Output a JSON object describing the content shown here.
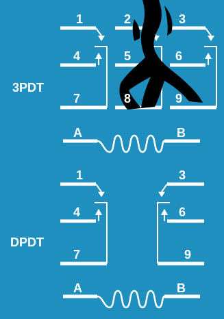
{
  "colors": {
    "background": "#1e8fbf",
    "lines": "#ffffff",
    "figure": "#000000"
  },
  "relays": [
    {
      "name": "3PDT",
      "terminals": [
        "1",
        "2",
        "3",
        "4",
        "5",
        "6",
        "7",
        "8",
        "9"
      ],
      "coil": {
        "left": "A",
        "right": "B"
      }
    },
    {
      "name": "DPDT",
      "terminals": [
        "1",
        "3",
        "4",
        "6",
        "7",
        "9"
      ],
      "coil": {
        "left": "A",
        "right": "B"
      }
    }
  ],
  "decoration": "silhouette-figure"
}
